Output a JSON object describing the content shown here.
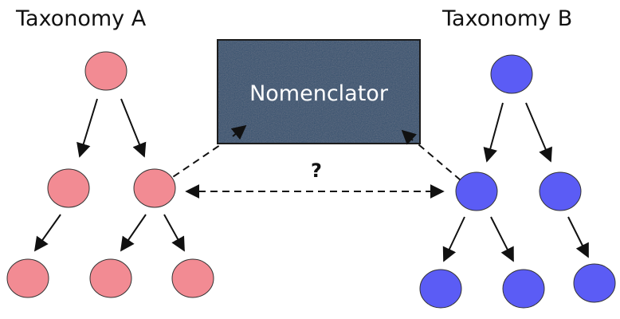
{
  "titles": {
    "taxonomy_a": "Taxonomy A",
    "taxonomy_b": "Taxonomy B"
  },
  "nomenclator": {
    "label": "Nomenclator"
  },
  "mapping": {
    "question": "?"
  },
  "colors": {
    "taxonomy_a_node": "#f28b93",
    "taxonomy_b_node": "#5b5cf5",
    "node_stroke": "#333333",
    "nomenclator_fill": "#33506e",
    "nomenclator_stroke": "#1c1c1c"
  }
}
